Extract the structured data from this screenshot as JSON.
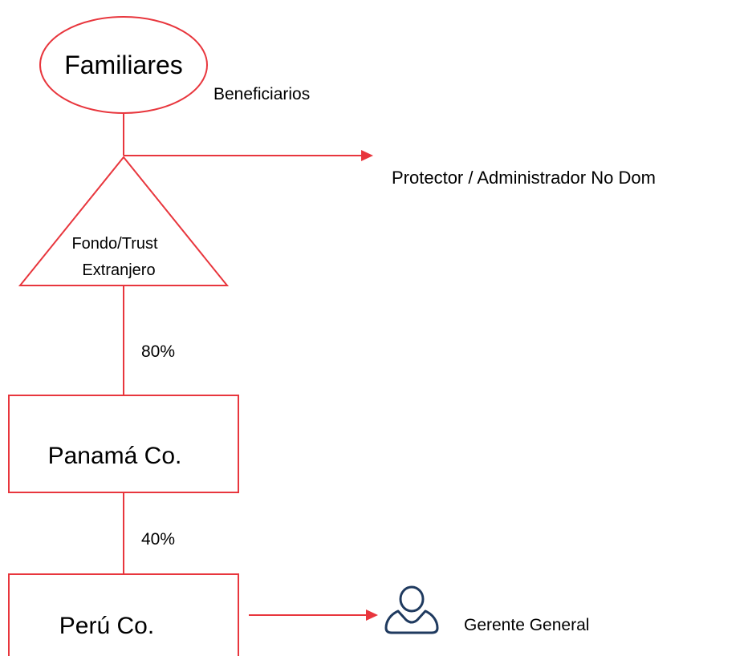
{
  "nodes": {
    "familiares": "Familiares",
    "fondo_line1": "Fondo/Trust",
    "fondo_line2": "Extranjero",
    "panama": "Panamá Co.",
    "peru": "Perú Co."
  },
  "labels": {
    "beneficiarios": "Beneficiarios",
    "protector": "Protector / Administrador No Dom",
    "ownership_trust_panama": "80%",
    "ownership_panama_peru": "40%",
    "gerente": "Gerente General"
  },
  "icons": {
    "manager": "person-icon"
  },
  "colors": {
    "line": "#e8363d",
    "icon": "#1f3a5f",
    "text": "#000000"
  }
}
